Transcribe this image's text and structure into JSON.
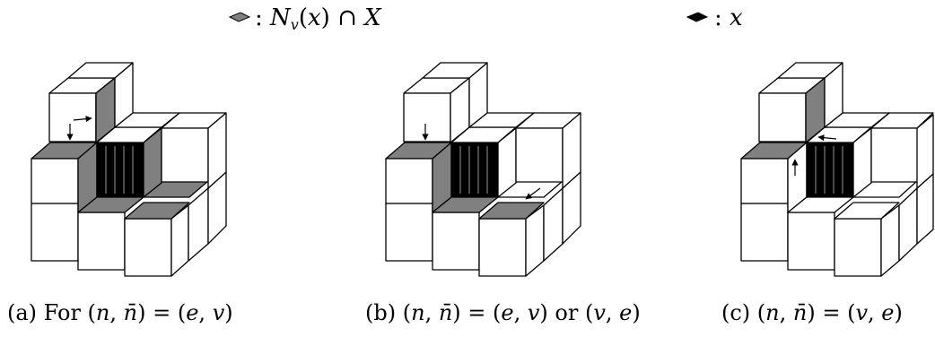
{
  "legend": {
    "gray_label": ": N_v(x) ∩ X",
    "black_label": ": x",
    "gray_color": "#808080",
    "black_color": "#000000"
  },
  "captions": {
    "a": "(a) For (n, n̄) = (e, v)",
    "b": "(b) (n, n̄) = (e, v) or (v, e)",
    "c": "(c) (n, n̄) = (v, e)"
  },
  "colors": {
    "face_white": "#ffffff",
    "face_gray": "#808080",
    "face_black": "#000000",
    "stroke": "#000000"
  }
}
